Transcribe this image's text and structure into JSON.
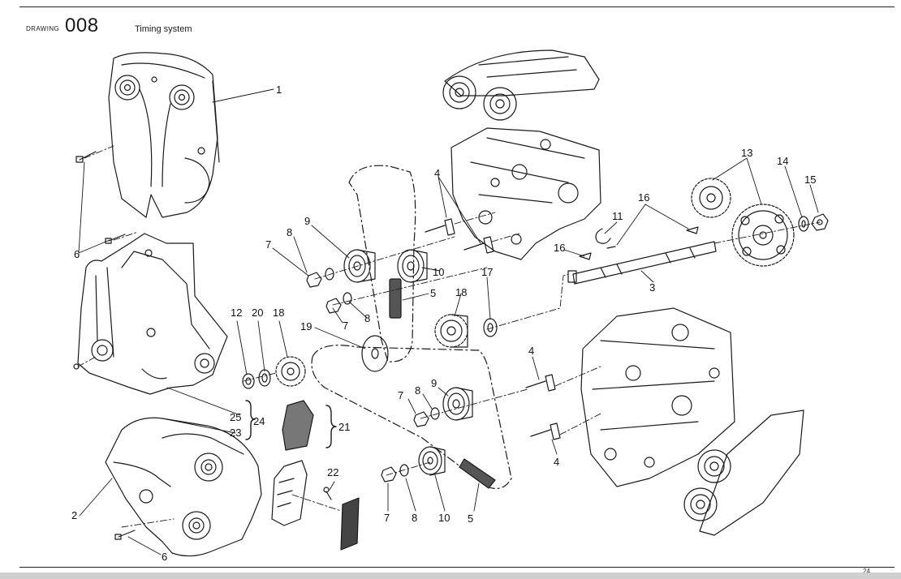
{
  "header": {
    "drawing_word": "DRAWING",
    "drawing_number": "008",
    "title": "Timing system"
  },
  "footer": {
    "page_number": "24"
  },
  "callouts": {
    "c1": "1",
    "c2": "2",
    "c3": "3",
    "c4a": "4",
    "c4b": "4",
    "c4c": "4",
    "c5a": "5",
    "c5b": "5",
    "c6a": "6",
    "c6b": "6",
    "c7a": "7",
    "c7b": "7",
    "c7c": "7",
    "c7d": "7",
    "c8a": "8",
    "c8b": "8",
    "c8c": "8",
    "c8d": "8",
    "c9a": "9",
    "c9b": "9",
    "c10a": "10",
    "c10b": "10",
    "c11": "11",
    "c12": "12",
    "c13": "13",
    "c14": "14",
    "c15": "15",
    "c16a": "16",
    "c16b": "16",
    "c17": "17",
    "c18a": "18",
    "c18b": "18",
    "c19": "19",
    "c20": "20",
    "c21": "21",
    "c22": "22",
    "c23": "23",
    "c24": "24",
    "c25": "25"
  }
}
